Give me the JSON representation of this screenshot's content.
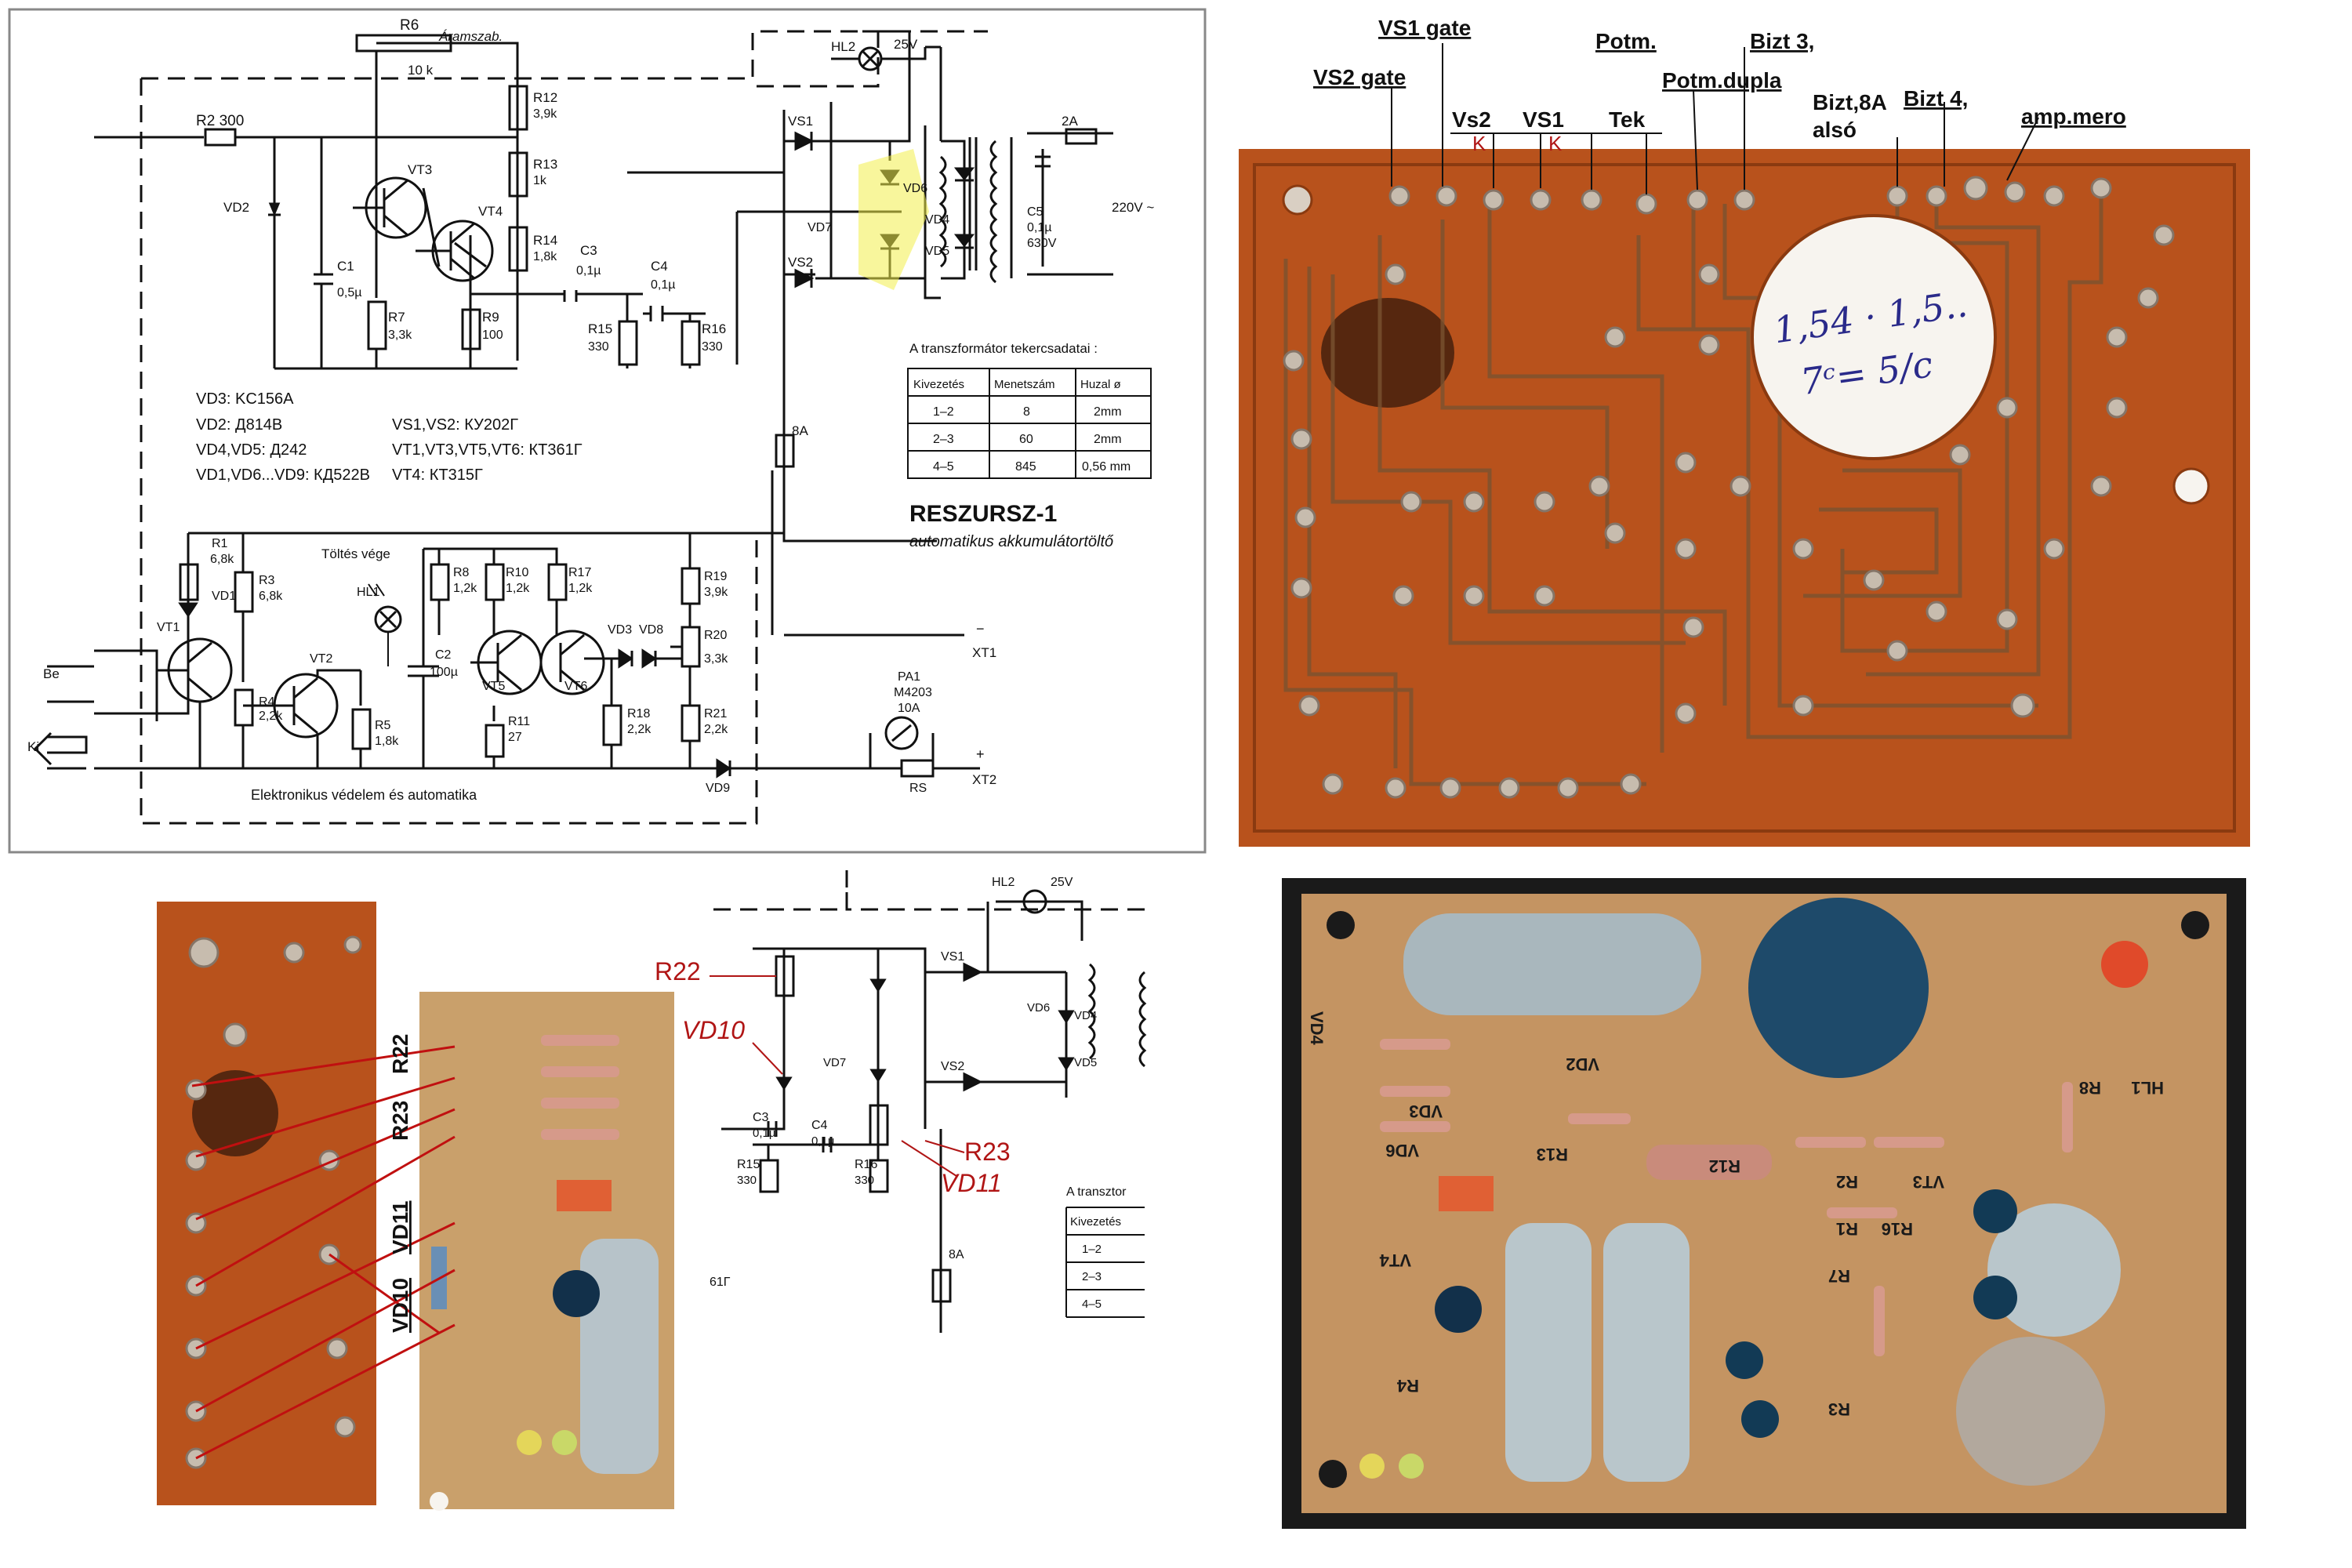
{
  "schematic": {
    "title": "RESZURSZ-1",
    "subtitle": "automatikus akkumulátortöltő",
    "caption_protection": "Elektronikus védelem és automatika",
    "label_toltes_vege": "Töltés vége",
    "label_aramszab": "Áramszab.",
    "ports": {
      "be": "Be",
      "ki": "Ki",
      "xt1": "XT1",
      "xt2": "XT2",
      "mains": "220V ~",
      "minus": "−",
      "plus": "+"
    },
    "lamp_hl2": "HL2",
    "lamp_volt": "25V",
    "fuse_main": "2A",
    "fuse_8a": "8A",
    "meter": {
      "name": "PA1",
      "model": "M4203",
      "range": "10A"
    },
    "parts_list": [
      "VD3: KC156A",
      "VD2: Д814В",
      "VD4,VD5: Д242",
      "VD1,VD6...VD9: КД522В",
      "VS1,VS2: КУ202Г",
      "VT1,VT3,VT5,VT6: КТ361Г",
      "VT4: КТ315Г"
    ],
    "transformer_table": {
      "title": "A transzformátor tekercsadatai :",
      "headers": [
        "Kivezetés",
        "Menetszám",
        "Huzal ø"
      ],
      "rows": [
        [
          "1–2",
          "8",
          "2mm"
        ],
        [
          "2–3",
          "60",
          "2mm"
        ],
        [
          "4–5",
          "845",
          "0,56 mm"
        ]
      ]
    },
    "components": {
      "r6": "R6",
      "r6v": "10 k",
      "r2": "R2 300",
      "r12": "R12",
      "r12v": "3,9k",
      "r13": "R13",
      "r13v": "1k",
      "r14": "R14",
      "r14v": "1,8k",
      "r7": "R7",
      "r7v": "3,3k",
      "r9": "R9",
      "r9v": "100",
      "r15": "R15",
      "r15v": "330",
      "r16": "R16",
      "r16v": "330",
      "c1": "C1",
      "c1v": "0,5µ",
      "c3": "C3",
      "c3v": "0,1µ",
      "c4": "C4",
      "c4v": "0,1µ",
      "c5": "C5",
      "c5v": "0,1µ",
      "c5v2": "630V",
      "vt3": "VT3",
      "vt4": "VT4",
      "vd2": "VD2",
      "vs1": "VS1",
      "vs2": "VS2",
      "vd4": "VD4",
      "vd5": "VD5",
      "vd6": "VD6",
      "vd7": "VD7",
      "r1": "R1",
      "r1v": "6,8k",
      "r3": "R3",
      "r3v": "6,8k",
      "r4": "R4",
      "r4v": "2,2k",
      "r5": "R5",
      "r5v": "1,8k",
      "r8": "R8",
      "r8v": "1,2k",
      "r10": "R10",
      "r10v": "1,2k",
      "r17": "R17",
      "r17v": "1,2k",
      "r11": "R11",
      "r11v": "27",
      "r18": "R18",
      "r18v": "2,2k",
      "r19": "R19",
      "r19v": "3,9k",
      "r20": "R20",
      "r20v": "3,3k",
      "r21": "R21",
      "r21v": "2,2k",
      "rs": "RS",
      "c2": "C2",
      "c2v": "100µ",
      "hl1": "HL1",
      "vt1": "VT1",
      "vt2": "VT2",
      "vt5": "VT5",
      "vt6": "VT6",
      "vd1": "VD1",
      "vd3": "VD3",
      "vd8": "VD8",
      "vd9": "VD9"
    }
  },
  "pcb_labels": [
    "VS2 gate",
    "VS1 gate",
    "Vs2",
    "VS1",
    "Tek",
    "Potm.",
    "Potm.dupla",
    "Bizt 3,",
    "Bizt,8A",
    "alsó",
    "Bizt 4,",
    "amp.mero"
  ],
  "pcb_marks": {
    "k1": "K",
    "k2": "K",
    "hand_note_1": "1,54 · 1,5..",
    "hand_note_2": "7ᶜ= 5/c"
  },
  "modification": {
    "labels": [
      "R22",
      "VD10",
      "R23",
      "VD11"
    ],
    "side_labels": [
      "R22",
      "R23",
      "VD11",
      "VD10"
    ],
    "mod_code": "61Г",
    "table_title": "A transztor",
    "table_header": "Kivezetés",
    "table_rows": [
      "1–2",
      "2–3",
      "4–5"
    ]
  },
  "silkscreen": [
    "VD4",
    "VD3",
    "VD2",
    "R13",
    "VD6",
    "VT4",
    "R12",
    "R2",
    "VT3",
    "R1",
    "R16",
    "R7",
    "R8",
    "HL1",
    "R3",
    "R4"
  ]
}
